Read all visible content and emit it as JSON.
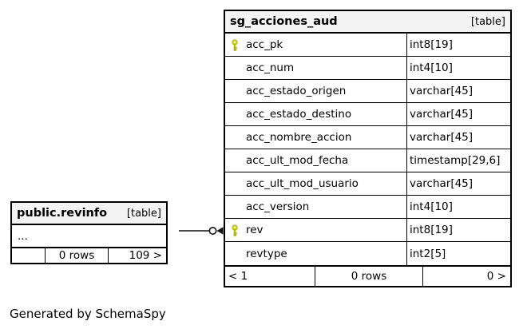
{
  "caption": "Generated by SchemaSpy",
  "icons": {
    "primary_key": "yellow-key"
  },
  "colors": {
    "border": "#000000",
    "header_bg": "#f4f4f4",
    "key_fill": "#d6d600",
    "key_outline": "#9a9a00",
    "edge": "#333333",
    "background": "#ffffff"
  },
  "relationship": {
    "from": "public.revinfo",
    "to": "sg_acciones_aud.rev",
    "end_style": "open-circle-filled-arrow"
  },
  "tables": {
    "sg_acciones_aud": {
      "title": "sg_acciones_aud",
      "tag": "[table]",
      "columns": [
        {
          "name": "acc_pk",
          "type": "int8[19]",
          "primary_key": true
        },
        {
          "name": "acc_num",
          "type": "int4[10]",
          "primary_key": false
        },
        {
          "name": "acc_estado_origen",
          "type": "varchar[45]",
          "primary_key": false
        },
        {
          "name": "acc_estado_destino",
          "type": "varchar[45]",
          "primary_key": false
        },
        {
          "name": "acc_nombre_accion",
          "type": "varchar[45]",
          "primary_key": false
        },
        {
          "name": "acc_ult_mod_fecha",
          "type": "timestamp[29,6]",
          "primary_key": false
        },
        {
          "name": "acc_ult_mod_usuario",
          "type": "varchar[45]",
          "primary_key": false
        },
        {
          "name": "acc_version",
          "type": "int4[10]",
          "primary_key": false
        },
        {
          "name": "rev",
          "type": "int8[19]",
          "primary_key": true
        },
        {
          "name": "revtype",
          "type": "int2[5]",
          "primary_key": false
        }
      ],
      "footer": {
        "left": "< 1",
        "center": "0 rows",
        "right": "0 >"
      }
    },
    "public_revinfo": {
      "title": "public.revinfo",
      "tag": "[table]",
      "collapsed_columns": "...",
      "footer": {
        "left": "",
        "center": "0 rows",
        "right": "109 >"
      }
    }
  }
}
